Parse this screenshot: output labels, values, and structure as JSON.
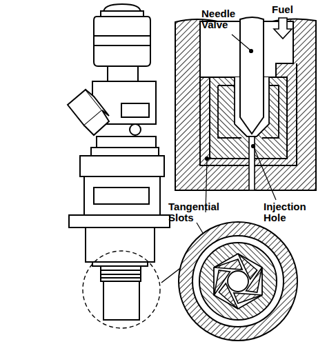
{
  "diagram": {
    "labels": [
      "Needle Valve",
      "Fuel",
      "Tangential Slots",
      "Injection Hole"
    ]
  }
}
